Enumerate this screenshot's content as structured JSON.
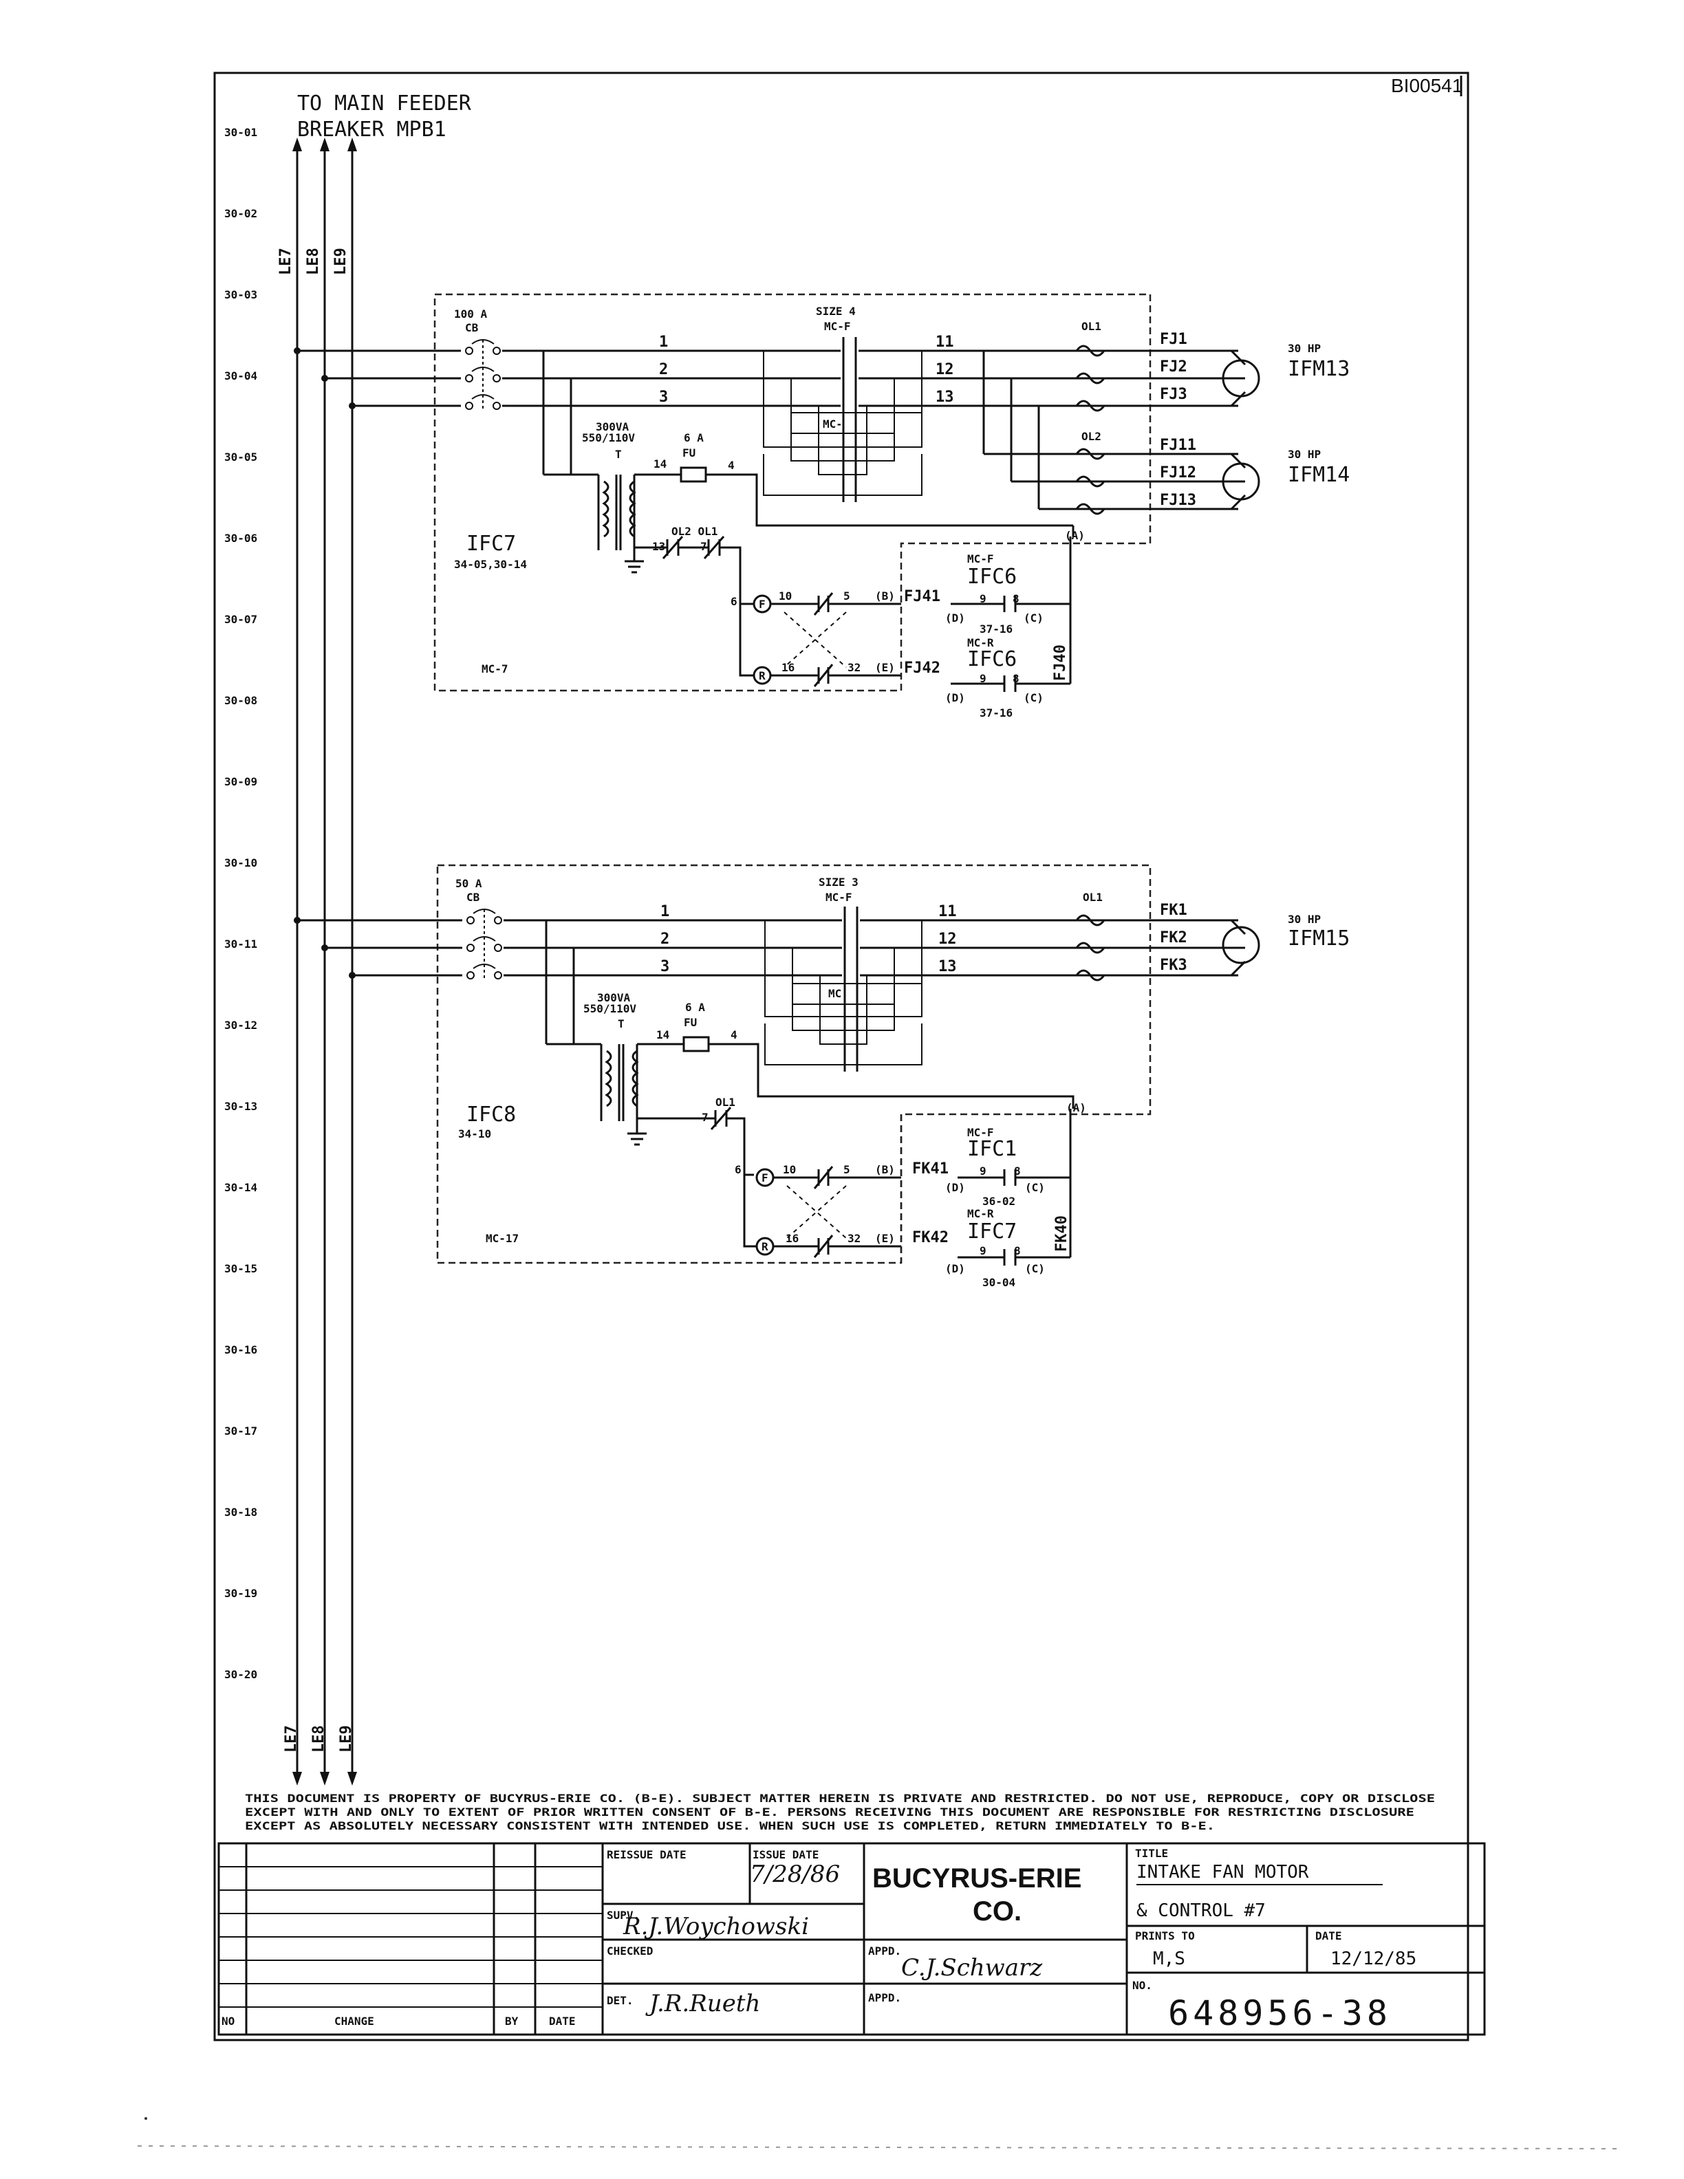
{
  "document_id": "BI00541",
  "feeder_note": [
    "TO MAIN FEEDER",
    "BREAKER MPB1"
  ],
  "line_refs": [
    "30-01",
    "30-02",
    "30-03",
    "30-04",
    "30-05",
    "30-06",
    "30-07",
    "30-08",
    "30-09",
    "30-10",
    "30-11",
    "30-12",
    "30-13",
    "30-14",
    "30-15",
    "30-16",
    "30-17",
    "30-18",
    "30-19",
    "30-20"
  ],
  "bus_labels": [
    "LE7",
    "LE8",
    "LE9"
  ],
  "circuit1": {
    "cb_rating": "100 A",
    "cb_label": "CB",
    "starter_size": "SIZE 4",
    "forward_contactor": "MC-F",
    "reverse_contactor": "MC-R",
    "phase_wires": [
      "1",
      "2",
      "3"
    ],
    "load_wires": [
      "11",
      "12",
      "13"
    ],
    "overload_1": "OL1",
    "overload_2": "OL2",
    "motor1_feeders": [
      "FJ1",
      "FJ2",
      "FJ3"
    ],
    "motor2_feeders": [
      "FJ11",
      "FJ12",
      "FJ13"
    ],
    "motor1_hp": "30 HP",
    "motor1_name": "IFM13",
    "motor2_hp": "30 HP",
    "motor2_name": "IFM14",
    "xfmr_va": "300VA",
    "xfmr_volts": "550/110V",
    "xfmr_label": "T",
    "fuse_rating": "6 A",
    "fuse_label": "FU",
    "wire_14": "14",
    "wire_4": "4",
    "wire_13": "13",
    "wire_7": "7",
    "ol_contacts": "OL2  OL1",
    "panel_name": "IFC7",
    "panel_ref": "34-05,30-14",
    "panel_code": "MC-7",
    "node_a": "(A)",
    "node_b": "(B)",
    "node_e": "(E)",
    "wire_6": "6",
    "coil_f": "F",
    "coil_r": "R",
    "wire_10": "10",
    "wire_5": "5",
    "wire_16": "16",
    "wire_32": "32",
    "ext_f_wire": "FJ41",
    "ext_r_wire": "FJ42",
    "ext_f_contactor": "MC-F",
    "ext_f_panel": "IFC6",
    "ext_r_contactor": "MC-R",
    "ext_r_panel": "IFC6",
    "ext_pins": [
      "9",
      "8"
    ],
    "ext_d": "(D)",
    "ext_c": "(C)",
    "ext_f_ref": "37-16",
    "ext_r_ref": "37-16",
    "return_wire": "FJ40"
  },
  "circuit2": {
    "cb_rating": "50 A",
    "cb_label": "CB",
    "starter_size": "SIZE 3",
    "forward_contactor": "MC-F",
    "reverse_contactor": "MC-R",
    "phase_wires": [
      "1",
      "2",
      "3"
    ],
    "load_wires": [
      "11",
      "12",
      "13"
    ],
    "overload_1": "OL1",
    "motor_feeders": [
      "FK1",
      "FK2",
      "FK3"
    ],
    "motor_hp": "30 HP",
    "motor_name": "IFM15",
    "xfmr_va": "300VA",
    "xfmr_volts": "550/110V",
    "xfmr_label": "T",
    "fuse_rating": "6 A",
    "fuse_label": "FU",
    "wire_14": "14",
    "wire_4": "4",
    "wire_7": "7",
    "ol_contact": "OL1",
    "panel_name": "IFC8",
    "panel_ref": "34-10",
    "panel_code": "MC-17",
    "node_a": "(A)",
    "node_b": "(B)",
    "node_e": "(E)",
    "wire_6": "6",
    "coil_f": "F",
    "coil_r": "R",
    "wire_10": "10",
    "wire_5": "5",
    "wire_16": "16",
    "wire_32": "32",
    "ext_f_wire": "FK41",
    "ext_r_wire": "FK42",
    "ext_f_contactor": "MC-F",
    "ext_f_panel": "IFC1",
    "ext_r_contactor": "MC-R",
    "ext_r_panel": "IFC7",
    "ext_pins": [
      "9",
      "8"
    ],
    "ext_d": "(D)",
    "ext_c": "(C)",
    "ext_f_ref": "36-02",
    "ext_r_ref": "30-04",
    "return_wire": "FK40"
  },
  "notice": [
    "THIS DOCUMENT IS PROPERTY OF BUCYRUS-ERIE CO. (B-E). SUBJECT MATTER HEREIN IS PRIVATE AND RESTRICTED. DO NOT USE, REPRODUCE, COPY OR DISCLOSE",
    "EXCEPT WITH AND ONLY TO EXTENT OF PRIOR WRITTEN CONSENT OF B-E. PERSONS RECEIVING THIS DOCUMENT ARE RESPONSIBLE FOR RESTRICTING DISCLOSURE",
    "EXCEPT AS ABSOLUTELY NECESSARY CONSISTENT WITH INTENDED USE. WHEN SUCH USE IS COMPLETED, RETURN IMMEDIATELY TO B-E."
  ],
  "title_block": {
    "col_no": "NO",
    "col_change": "CHANGE",
    "col_by": "BY",
    "col_date": "DATE",
    "reissue_label": "REISSUE DATE",
    "issue_label": "ISSUE DATE",
    "issue_date": "7/28/86",
    "company_line1": "BUCYRUS-ERIE",
    "company_line2": "CO.",
    "title_label": "TITLE",
    "title_line1": "INTAKE FAN MOTOR",
    "title_line2": "& CONTROL #7",
    "supv_label": "SUPV.",
    "supv_sig": "R.J.Woychowski",
    "checked_label": "CHECKED",
    "appd_label": "APPD.",
    "appd_sig": "C.J.Schwarz",
    "appd2_label": "APPD.",
    "det_label": "DET.",
    "det_sig": "J.R.Rueth",
    "prints_to_label": "PRINTS TO",
    "prints_to": "M,S",
    "date_label": "DATE",
    "date_value": "12/12/85",
    "no_label": "NO.",
    "drawing_no": "648956-38"
  }
}
